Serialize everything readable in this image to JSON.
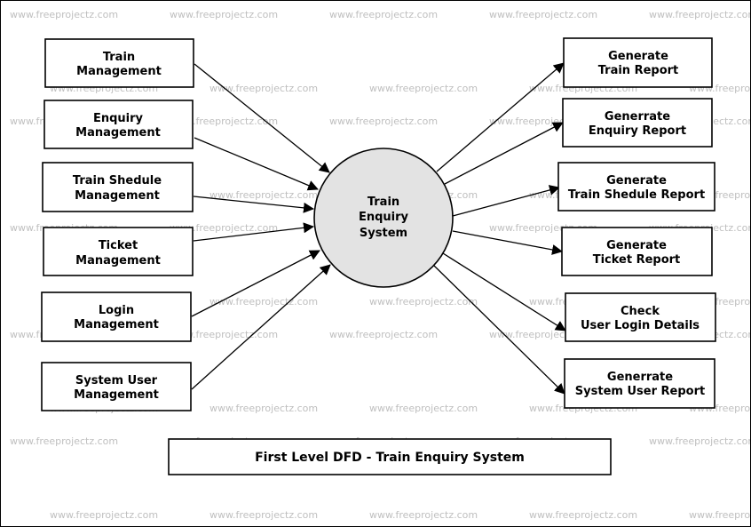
{
  "watermark": "www.freeprojectz.com",
  "center": {
    "lines": [
      "Train",
      "Enquiry",
      "System"
    ]
  },
  "inputs": [
    {
      "id": "train-management",
      "lines": [
        "Train",
        "Management"
      ]
    },
    {
      "id": "enquiry-management",
      "lines": [
        "Enquiry",
        "Management"
      ]
    },
    {
      "id": "train-shedule-management",
      "lines": [
        "Train Shedule",
        "Management"
      ]
    },
    {
      "id": "ticket-management",
      "lines": [
        "Ticket",
        "Management"
      ]
    },
    {
      "id": "login-management",
      "lines": [
        "Login",
        "Management"
      ]
    },
    {
      "id": "system-user-management",
      "lines": [
        "System User",
        "Management"
      ]
    }
  ],
  "outputs": [
    {
      "id": "generate-train-report",
      "lines": [
        "Generate",
        "Train Report"
      ]
    },
    {
      "id": "generrate-enquiry-report",
      "lines": [
        "Generrate",
        "Enquiry Report"
      ]
    },
    {
      "id": "generate-train-shedule-report",
      "lines": [
        "Generate",
        "Train Shedule Report"
      ]
    },
    {
      "id": "generate-ticket-report",
      "lines": [
        "Generate",
        "Ticket Report"
      ]
    },
    {
      "id": "check-user-login-details",
      "lines": [
        "Check",
        "User Login Details"
      ]
    },
    {
      "id": "generrate-system-user-report",
      "lines": [
        "Generrate",
        "System User Report"
      ]
    }
  ],
  "title": "First Level DFD - Train Enquiry System",
  "colors": {
    "center_fill": "#e3e3e3",
    "stroke": "#000000",
    "watermark": "#bfbfbf"
  }
}
